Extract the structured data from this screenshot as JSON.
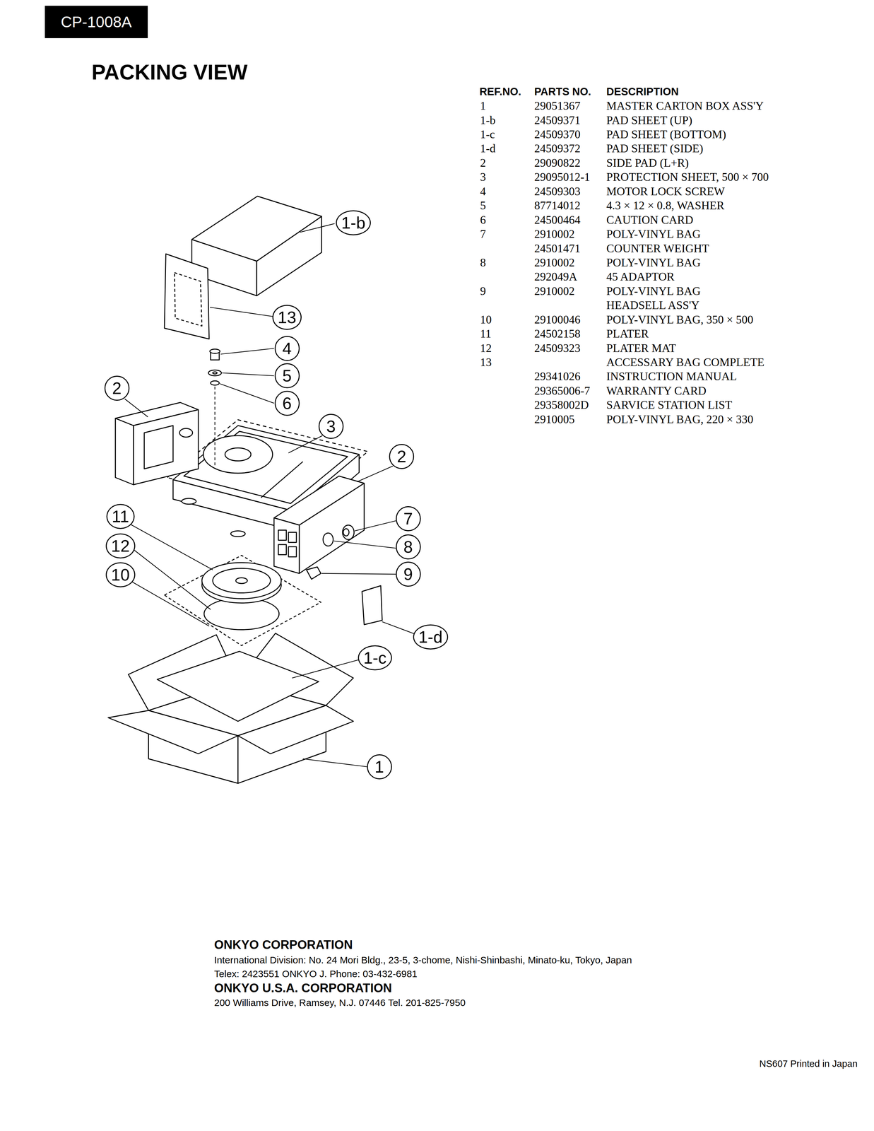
{
  "diagram": {
    "title": "PACKING VIEW",
    "nodes": [
      {
        "text": [
          "CP-1008A"
        ]
      },
      {
        "text": [
          "1-b"
        ]
      },
      {
        "text": [
          "13"
        ]
      },
      {
        "text": [
          "4"
        ]
      },
      {
        "text": [
          "5"
        ]
      },
      {
        "text": [
          "2"
        ]
      },
      {
        "text": [
          "6"
        ]
      },
      {
        "text": [
          "3"
        ]
      },
      {
        "text": [
          "2"
        ]
      },
      {
        "text": [
          "11"
        ]
      },
      {
        "text": [
          "7"
        ]
      },
      {
        "text": [
          "12"
        ]
      },
      {
        "text": [
          "8"
        ]
      },
      {
        "text": [
          "10"
        ]
      },
      {
        "text": [
          "9"
        ]
      },
      {
        "text": [
          "1-d"
        ]
      },
      {
        "text": [
          "1-c"
        ]
      },
      {
        "text": [
          "1"
        ]
      }
    ],
    "labels": [
      "REF.NO.",
      "PARTS NO.",
      "DESCRIPTION",
      "1",
      "29051367",
      "MASTER CARTON BOX ASS'Y",
      "1-b",
      "24509371",
      "PAD SHEET (UP)",
      "1-c",
      "24509370",
      "PAD SHEET (BOTTOM)",
      "1-d",
      "24509372",
      "PAD SHEET (SIDE)",
      "2",
      "29090822",
      "SIDE PAD (L+R)",
      "3",
      "29095012-1",
      "PROTECTION SHEET, 500 × 700",
      "4",
      "24509303",
      "MOTOR LOCK SCREW",
      "5",
      "87714012",
      "4.3 × 12 × 0.8, WASHER",
      "6",
      "24500464",
      "CAUTION CARD",
      "7",
      "2910002",
      "POLY-VINYL BAG",
      "24501471",
      "COUNTER WEIGHT",
      "8",
      "2910002",
      "POLY-VINYL BAG",
      "292049A",
      "45 ADAPTOR",
      "9",
      "2910002",
      "POLY-VINYL BAG",
      "HEADSELL ASS'Y",
      "10",
      "29100046",
      "POLY-VINYL BAG, 350 × 500",
      "11",
      "24502158",
      "PLATER",
      "12",
      "24509323",
      "PLATER MAT",
      "13",
      "ACCESSARY BAG COMPLETE",
      "29341026",
      "INSTRUCTION MANUAL",
      "29365006-7",
      "WARRANTY CARD",
      "29358002D",
      "SARVICE STATION LIST",
      "2910005",
      "POLY-VINYL BAG, 220 × 330",
      "ONKYO CORPORATION",
      "International Division: No. 24 Mori Bldg., 23-5, 3-chome, Nishi-Shinbashi, Minato-ku, Tokyo, Japan",
      "Telex: 2423551 ONKYO J. Phone: 03-432-6981",
      "ONKYO U.S.A. CORPORATION",
      "200 Williams Drive, Ramsey, N.J. 07446 Tel. 201-825-7950",
      "NS607 Printed in Japan"
    ]
  }
}
